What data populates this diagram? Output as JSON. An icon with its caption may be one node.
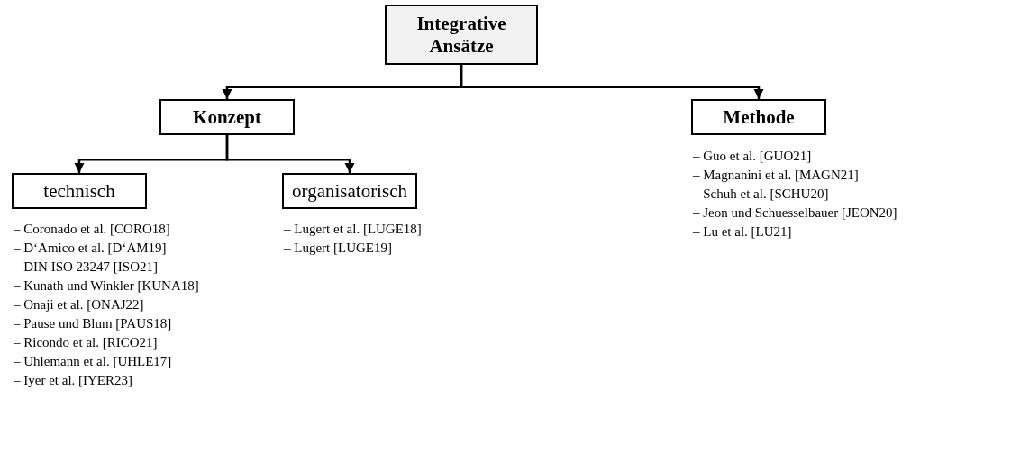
{
  "diagram": {
    "nodes": [
      {
        "text": [
          "Integrative Ansätze"
        ]
      },
      {
        "text": [
          "Konzept"
        ]
      },
      {
        "text": [
          "Methode"
        ],
        "beside": [
          "– Guo et al. [GUO21]",
          "– Magnanini et al. [MAGN21]",
          "– Schuh et al. [SCHU20]",
          "– Jeon und Schuesselbauer [JEON20]",
          "– Lu et al. [LU21]"
        ]
      },
      {
        "text": [
          "technisch"
        ],
        "beside": [
          "– Coronado et al. [CORO18]",
          "– D‘Amico et al. [D‘AM19]",
          "– DIN ISO 23247 [ISO21]",
          "– Kunath und Winkler [KUNA18]",
          "– Onaji et al. [ONAJ22]",
          "– Pause und Blum [PAUS18]",
          "– Ricondo et al. [RICO21]",
          "– Uhlemann et al. [UHLE17]",
          "– Iyer et al. [IYER23]"
        ]
      },
      {
        "text": [
          "organisatorisch"
        ],
        "beside": [
          "– Lugert et al. [LUGE18]",
          "– Lugert [LUGE19]"
        ]
      }
    ],
    "edges": [
      {
        "from": 0,
        "to": 1,
        "arrow": "to"
      },
      {
        "from": 0,
        "to": 2,
        "arrow": "to"
      },
      {
        "from": 1,
        "to": 3,
        "arrow": "to"
      },
      {
        "from": 1,
        "to": 4,
        "arrow": "to"
      }
    ]
  }
}
